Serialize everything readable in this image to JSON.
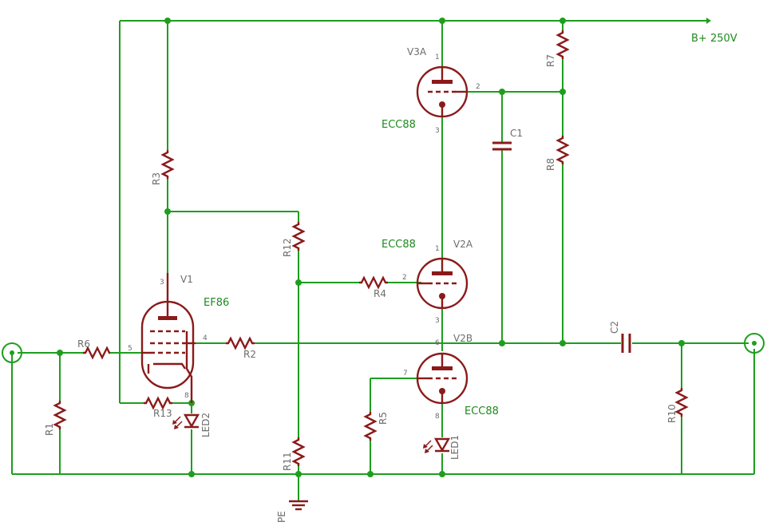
{
  "supply_label": "B+ 250V",
  "ground_label": "PE",
  "tubes": {
    "v1": {
      "ref": "V1",
      "type": "EF86"
    },
    "v2a": {
      "ref": "V2A",
      "type": "ECC88"
    },
    "v2b": {
      "ref": "V2B",
      "type": "ECC88"
    },
    "v3a": {
      "ref": "V3A",
      "type": "ECC88"
    }
  },
  "resistors": {
    "r1": "R1",
    "r2": "R2",
    "r3": "R3",
    "r4": "R4",
    "r5": "R5",
    "r6": "R6",
    "r7": "R7",
    "r8": "R8",
    "r10": "R10",
    "r11": "R11",
    "r12": "R12",
    "r13": "R13"
  },
  "capacitors": {
    "c1": "C1",
    "c2": "C2"
  },
  "leds": {
    "led1": "LED1",
    "led2": "LED2"
  },
  "pins": {
    "v1_plate": "3",
    "v1_grid": "5",
    "v1_screen": "4",
    "v1_cathode": "8",
    "v3a_plate": "1",
    "v3a_grid": "2",
    "v3a_cathode": "3",
    "v2a_plate": "1",
    "v2a_grid": "2",
    "v2a_cathode": "3",
    "v2b_plate": "6",
    "v2b_grid": "7",
    "v2b_cathode": "8"
  }
}
